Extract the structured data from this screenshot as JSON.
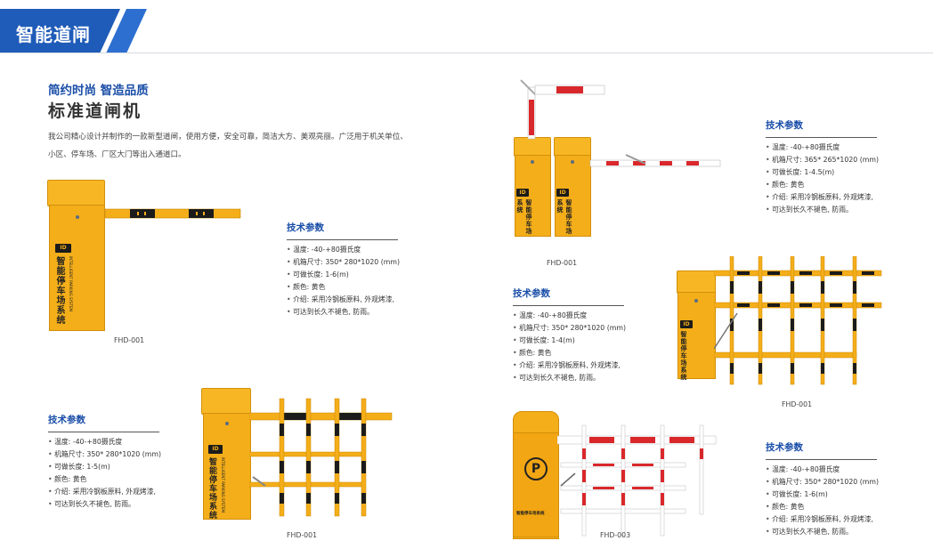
{
  "header": {
    "title": "智能道闸"
  },
  "intro": {
    "subtitle": "简约时尚 智造品质",
    "title": "标准道闸机",
    "line1": "我公司精心设计并制作的一款新型道闸，使用方便，安全可靠，简洁大方、美观亮丽。广泛用于机关单位、",
    "line2": "小区、停车场、厂区大门等出入通道口。"
  },
  "cabinet_text": {
    "brand_cn": "智能停车场系统",
    "brand_en": "INTELLIGENT PARKING SYSTEM",
    "logo": "ID",
    "parking_symbol": "P",
    "brand_small": "智能停车场系统"
  },
  "products": [
    {
      "caption": "FHD-001",
      "spec_title": "技术参数",
      "specs": [
        "温度: -40-+80摄氏度",
        "机箱尺寸: 350* 280*1020 (mm)",
        "可做长度: 1-6(m)",
        "颜色: 黄色",
        "介绍: 采用冷钢板原料, 外观烤漆,",
        "可达到长久不褪色, 防雨。"
      ]
    },
    {
      "caption": "FHD-001",
      "spec_title": "技术参数",
      "specs": [
        "温度: -40-+80摄氏度",
        "机箱尺寸: 350* 280*1020 (mm)",
        "可做长度: 1-5(m)",
        "颜色: 黄色",
        "介绍: 采用冷钢板原料, 外观烤漆,",
        "可达到长久不褪色, 防雨。"
      ]
    },
    {
      "caption": "FHD-001",
      "spec_title": "技术参数",
      "specs": [
        "温度: -40-+80摄氏度",
        "机箱尺寸: 365* 265*1020 (mm)",
        "可做长度: 1-4.5(m)",
        "颜色: 黄色",
        "介绍: 采用冷钢板原料, 外观烤漆,",
        "可达到长久不褪色, 防雨。"
      ]
    },
    {
      "caption": "FHD-001",
      "spec_title": "技术参数",
      "specs": [
        "温度: -40-+80摄氏度",
        "机箱尺寸: 350* 280*1020 (mm)",
        "可做长度: 1-4(m)",
        "颜色: 黄色",
        "介绍: 采用冷钢板原料, 外观烤漆,",
        "可达到长久不褪色, 防雨。"
      ]
    },
    {
      "caption": "FHD-003",
      "spec_title": "技术参数",
      "specs": [
        "温度: -40-+80摄氏度",
        "机箱尺寸: 350* 280*1020 (mm)",
        "可做长度: 1-6(m)",
        "颜色: 黄色",
        "介绍: 采用冷钢板原料, 外观烤漆,",
        "可达到长久不褪色, 防雨。"
      ]
    }
  ],
  "colors": {
    "brand_blue": "#1a4ea8",
    "header_blue": "#1f5bb8",
    "gate_yellow": "#f4ae1a",
    "stripe_black": "#1b1b1b",
    "stripe_red": "#d9282b"
  }
}
